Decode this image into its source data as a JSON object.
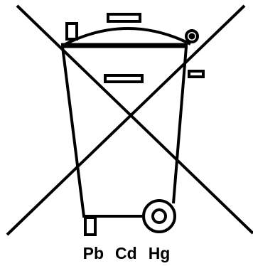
{
  "symbol": {
    "icon": "crossed-out-wheeled-bin-icon",
    "color": "#000000",
    "background": "#ffffff"
  },
  "caption": {
    "metals": [
      "Pb",
      "Cd",
      "Hg"
    ]
  }
}
